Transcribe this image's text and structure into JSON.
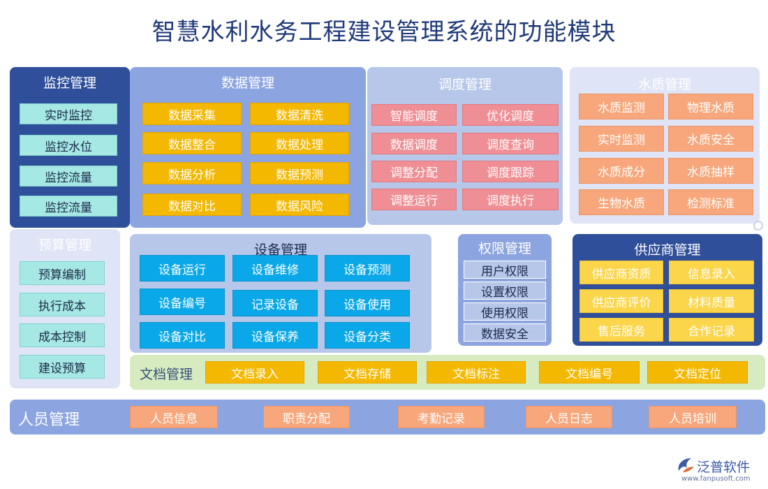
{
  "title": "智慧水利水务工程建设管理系统的功能模块",
  "colors": {
    "dark_blue": "#2f4f9a",
    "mid_blue": "#8ca4df",
    "light_blue": "#b7c7ea",
    "pale_blue": "#dfe5f6",
    "teal": "#a6e8e4",
    "gold": "#f5b800",
    "pink": "#ef8e94",
    "orange": "#f7a77b",
    "cyan": "#0aa8e8",
    "yellow": "#fbd54a",
    "light_green": "#d6ecc0"
  },
  "monitor": {
    "title": "监控管理",
    "items": [
      "实时监控",
      "监控水位",
      "监控流量",
      "监控流量"
    ]
  },
  "data_mgmt": {
    "title": "数据管理",
    "items": [
      "数据采集",
      "数据清洗",
      "数据整合",
      "数据处理",
      "数据分析",
      "数据预测",
      "数据对比",
      "数据风险"
    ]
  },
  "dispatch": {
    "title": "调度管理",
    "items": [
      "智能调度",
      "优化调度",
      "数据调度",
      "调度查询",
      "调整分配",
      "调度跟踪",
      "调整运行",
      "调度执行"
    ]
  },
  "water_quality": {
    "title": "水质管理",
    "items": [
      "水质监测",
      "物理水质",
      "实时监测",
      "水质安全",
      "水质成分",
      "水质抽样",
      "生物水质",
      "检测标准"
    ]
  },
  "budget": {
    "title": "预算管理",
    "items": [
      "预算编制",
      "执行成本",
      "成本控制",
      "建设预算"
    ]
  },
  "equipment": {
    "title": "设备管理",
    "items": [
      "设备运行",
      "设备维修",
      "设备预测",
      "设备编号",
      "记录设备",
      "设备使用",
      "设备对比",
      "设备保养",
      "设备分类"
    ]
  },
  "permission": {
    "title": "权限管理",
    "items": [
      "用户权限",
      "设置权限",
      "使用权限",
      "数据安全"
    ]
  },
  "supplier": {
    "title": "供应商管理",
    "items": [
      "供应商资质",
      "信息录入",
      "供应商评价",
      "材料质量",
      "售后服务",
      "合作记录"
    ]
  },
  "documents": {
    "title": "文档管理",
    "items": [
      "文档录入",
      "文档存储",
      "文档标注",
      "文档编号",
      "文档定位"
    ]
  },
  "personnel": {
    "title": "人员管理",
    "items": [
      "人员信息",
      "职责分配",
      "考勤记录",
      "人员日志",
      "人员培训"
    ]
  },
  "logo": {
    "name": "泛普软件",
    "url": "www.fanpusoft.com",
    "icon": "fanpu-logo-icon"
  }
}
